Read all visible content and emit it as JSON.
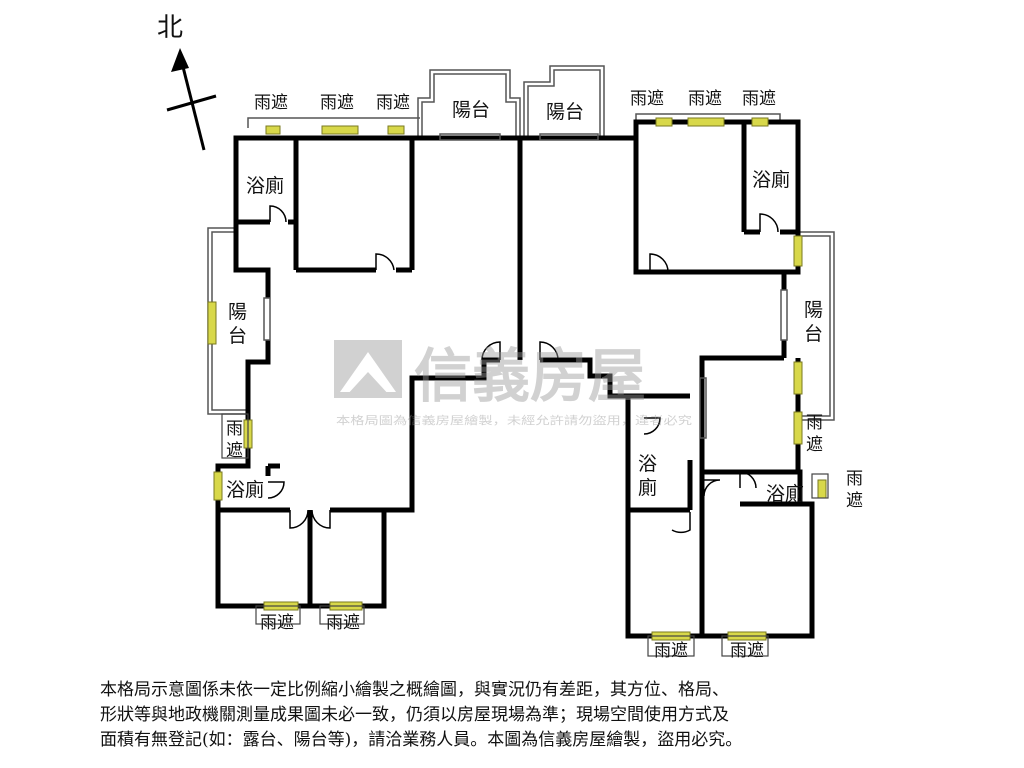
{
  "compass": {
    "label": "北"
  },
  "labels": {
    "balcony": "陽台",
    "bathroom": "浴廁",
    "eave": "雨遮",
    "balcony_line1": "陽",
    "balcony_line2": "台",
    "bath_line1": "浴",
    "bath_line2": "廁",
    "eave_line1": "雨",
    "eave_line2": "遮"
  },
  "watermark": {
    "brand": "信義房屋",
    "tagline": "本格局圖為信義房屋繪製，未經允許請勿盜用，違者必究",
    "color": "#9a9a9a"
  },
  "disclaimer": {
    "line1": "本格局示意圖係未依一定比例縮小繪製之概繪圖，與實況仍有差距，其方位、格局、",
    "line2": "形狀等與地政機關測量成果圖未必一致，仍須以房屋現場為準；現場空間使用方式及",
    "line3": "面積有無登記(如：露台、陽台等)，請洽業務人員。本圖為信義房屋繪製，盜用必究。"
  },
  "colors": {
    "wall": "#000000",
    "window_fill": "#d8d84a",
    "window_stroke": "#7a7a20"
  }
}
